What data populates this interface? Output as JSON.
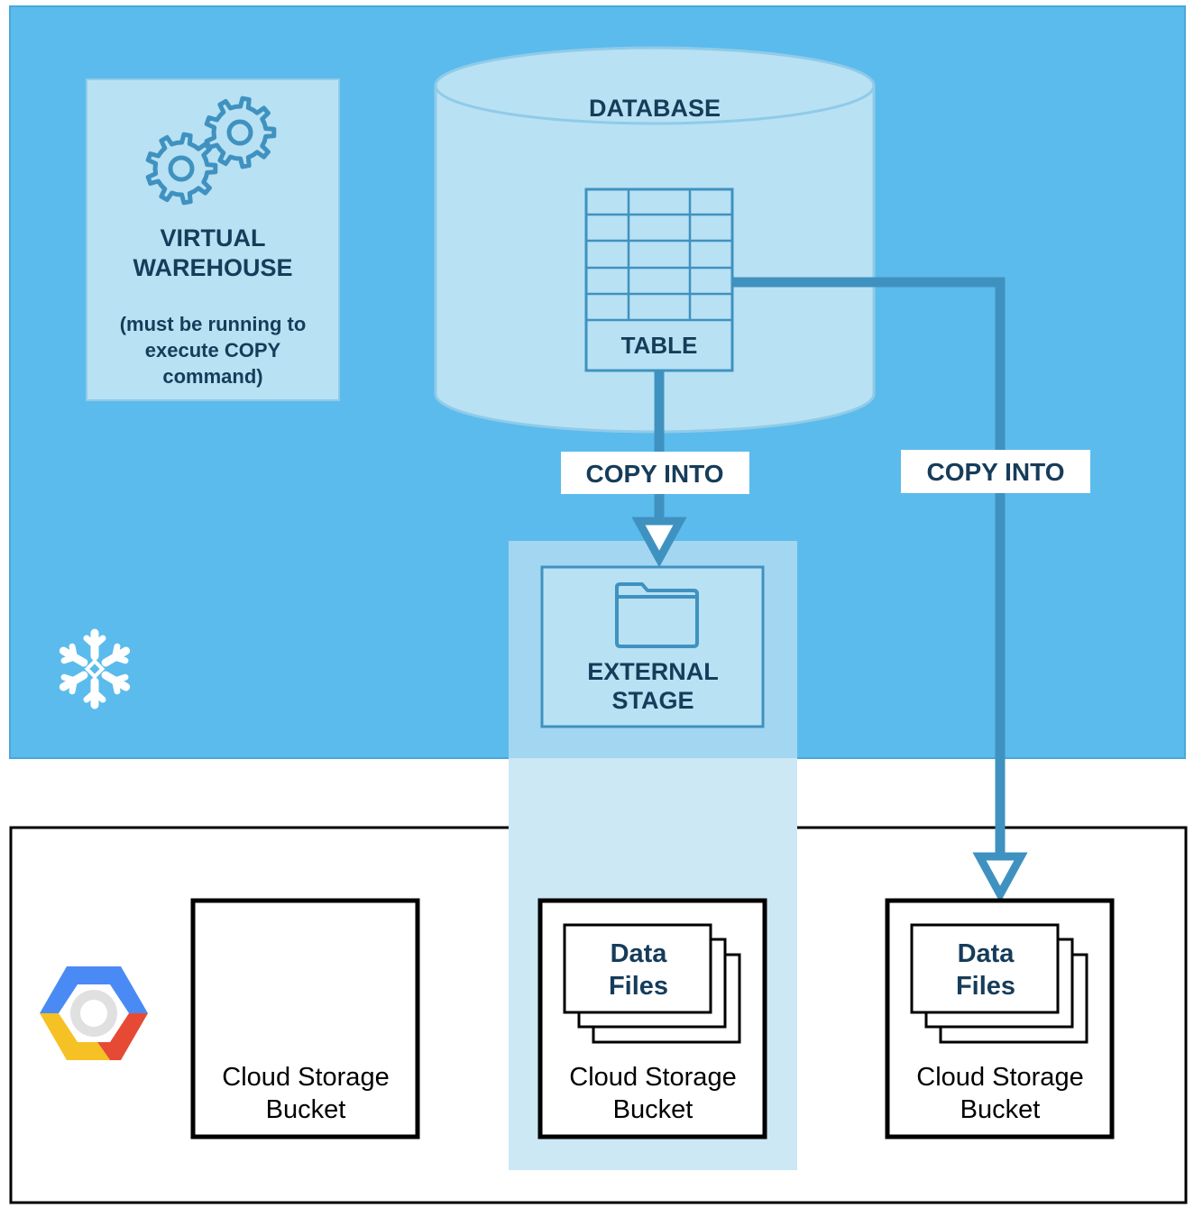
{
  "colors": {
    "snowflake_bg": "#5bbbec",
    "panel_light": "#b8e1f3",
    "stage_overlay": "#cbe8f4",
    "flow_line": "#3f92c0",
    "label_text": "#163c5a",
    "gcp_blue": "#4a8af4",
    "gcp_red": "#e64a35",
    "gcp_yellow": "#f6c124"
  },
  "icons": {
    "warehouse": "gears-icon",
    "stage": "folder-icon",
    "snowflake": "snowflake-logo-icon",
    "cloud": "google-cloud-logo-icon",
    "files": "stacked-documents-icon"
  },
  "warehouse": {
    "title_line1": "VIRTUAL",
    "title_line2": "WAREHOUSE",
    "note_line1": "(must be running to",
    "note_line2": "execute COPY",
    "note_line3": "command)"
  },
  "database": {
    "title": "DATABASE",
    "table_label": "TABLE"
  },
  "flows": {
    "to_stage_label": "COPY INTO",
    "to_bucket_label": "COPY INTO"
  },
  "stage": {
    "line1": "EXTERNAL",
    "line2": "STAGE"
  },
  "buckets": [
    {
      "label_line1": "Cloud Storage",
      "label_line2": "Bucket",
      "files_line1": "",
      "files_line2": ""
    },
    {
      "label_line1": "Cloud Storage",
      "label_line2": "Bucket",
      "files_line1": "Data",
      "files_line2": "Files"
    },
    {
      "label_line1": "Cloud Storage",
      "label_line2": "Bucket",
      "files_line1": "Data",
      "files_line2": "Files"
    }
  ]
}
